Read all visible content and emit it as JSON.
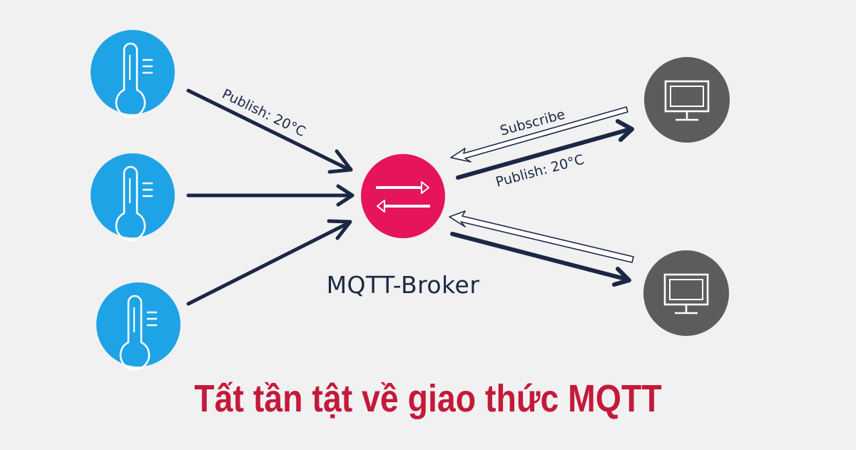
{
  "diagram": {
    "arrow_label_sensor": "Publish: 20°C",
    "arrow_label_subscribe": "Subscribe",
    "arrow_label_publish_out": "Publish: 20°C",
    "broker_label": "MQTT-Broker"
  },
  "headline": "Tất tần tật về giao thức MQTT",
  "colors": {
    "sensor": "#1ea3e6",
    "broker": "#e6145a",
    "client": "#5c5c5c",
    "arrow": "#1b2744",
    "headline": "#c41a3a"
  },
  "icons": {
    "sensor": "thermometer-icon",
    "broker": "exchange-arrows-icon",
    "client": "monitor-icon"
  }
}
